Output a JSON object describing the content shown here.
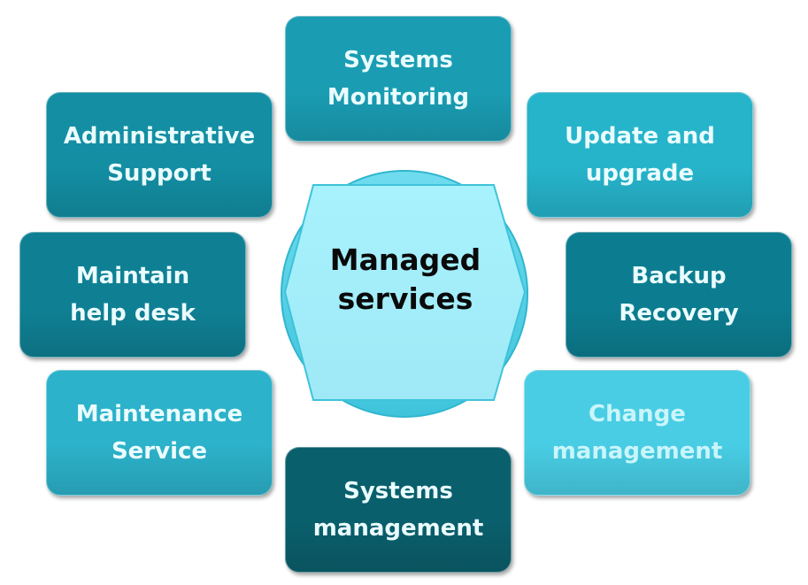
{
  "center": {
    "label": "Managed\nservices",
    "fill": "#a6f1fc",
    "circle_fill": "#5fd3e8"
  },
  "items": [
    {
      "id": "systems-monitoring",
      "label": "Systems\nMonitoring",
      "color": "#1a9db3"
    },
    {
      "id": "administrative-support",
      "label": "Administrative\nSupport",
      "color": "#138ea3"
    },
    {
      "id": "update-and-upgrade",
      "label": "Update and\nupgrade",
      "color": "#26b4cb"
    },
    {
      "id": "maintain-help-desk",
      "label": "Maintain\nhelp desk",
      "color": "#0f8094"
    },
    {
      "id": "backup-recovery",
      "label": "Backup\nRecovery",
      "color": "#0c7d90"
    },
    {
      "id": "maintenance-service",
      "label": "Maintenance\nService",
      "color": "#2cb2ca"
    },
    {
      "id": "change-management",
      "label": "Change\nmanagement",
      "color": "#48cde4"
    },
    {
      "id": "systems-management",
      "label": "Systems\nmanagement",
      "color": "#0a5f6c"
    }
  ]
}
